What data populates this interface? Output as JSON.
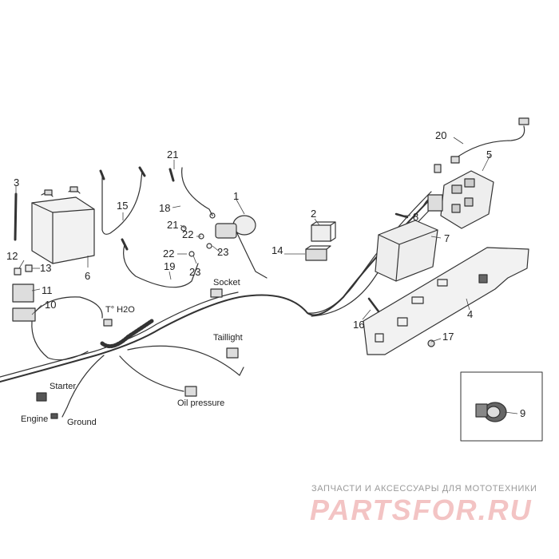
{
  "diagram": {
    "callouts": [
      "1",
      "2",
      "3",
      "4",
      "5",
      "6",
      "7",
      "8",
      "9",
      "10",
      "11",
      "12",
      "13",
      "14",
      "15",
      "16",
      "17",
      "18",
      "19",
      "20",
      "21",
      "21",
      "22",
      "22",
      "23",
      "23"
    ],
    "connector_labels": {
      "starter": "Starter",
      "engine": "Engine",
      "ground": "Ground",
      "t_h2o": "T° H2O",
      "socket": "Socket",
      "taillight": "Taillight",
      "oil_pressure": "Oil pressure"
    }
  },
  "watermark": {
    "tagline": "ЗАПЧАСТИ И АКСЕССУАРЫ ДЛЯ МОТОТЕХНИКИ",
    "brand": "PARTSFOR.RU",
    "brand_color": "#e98c8c"
  }
}
